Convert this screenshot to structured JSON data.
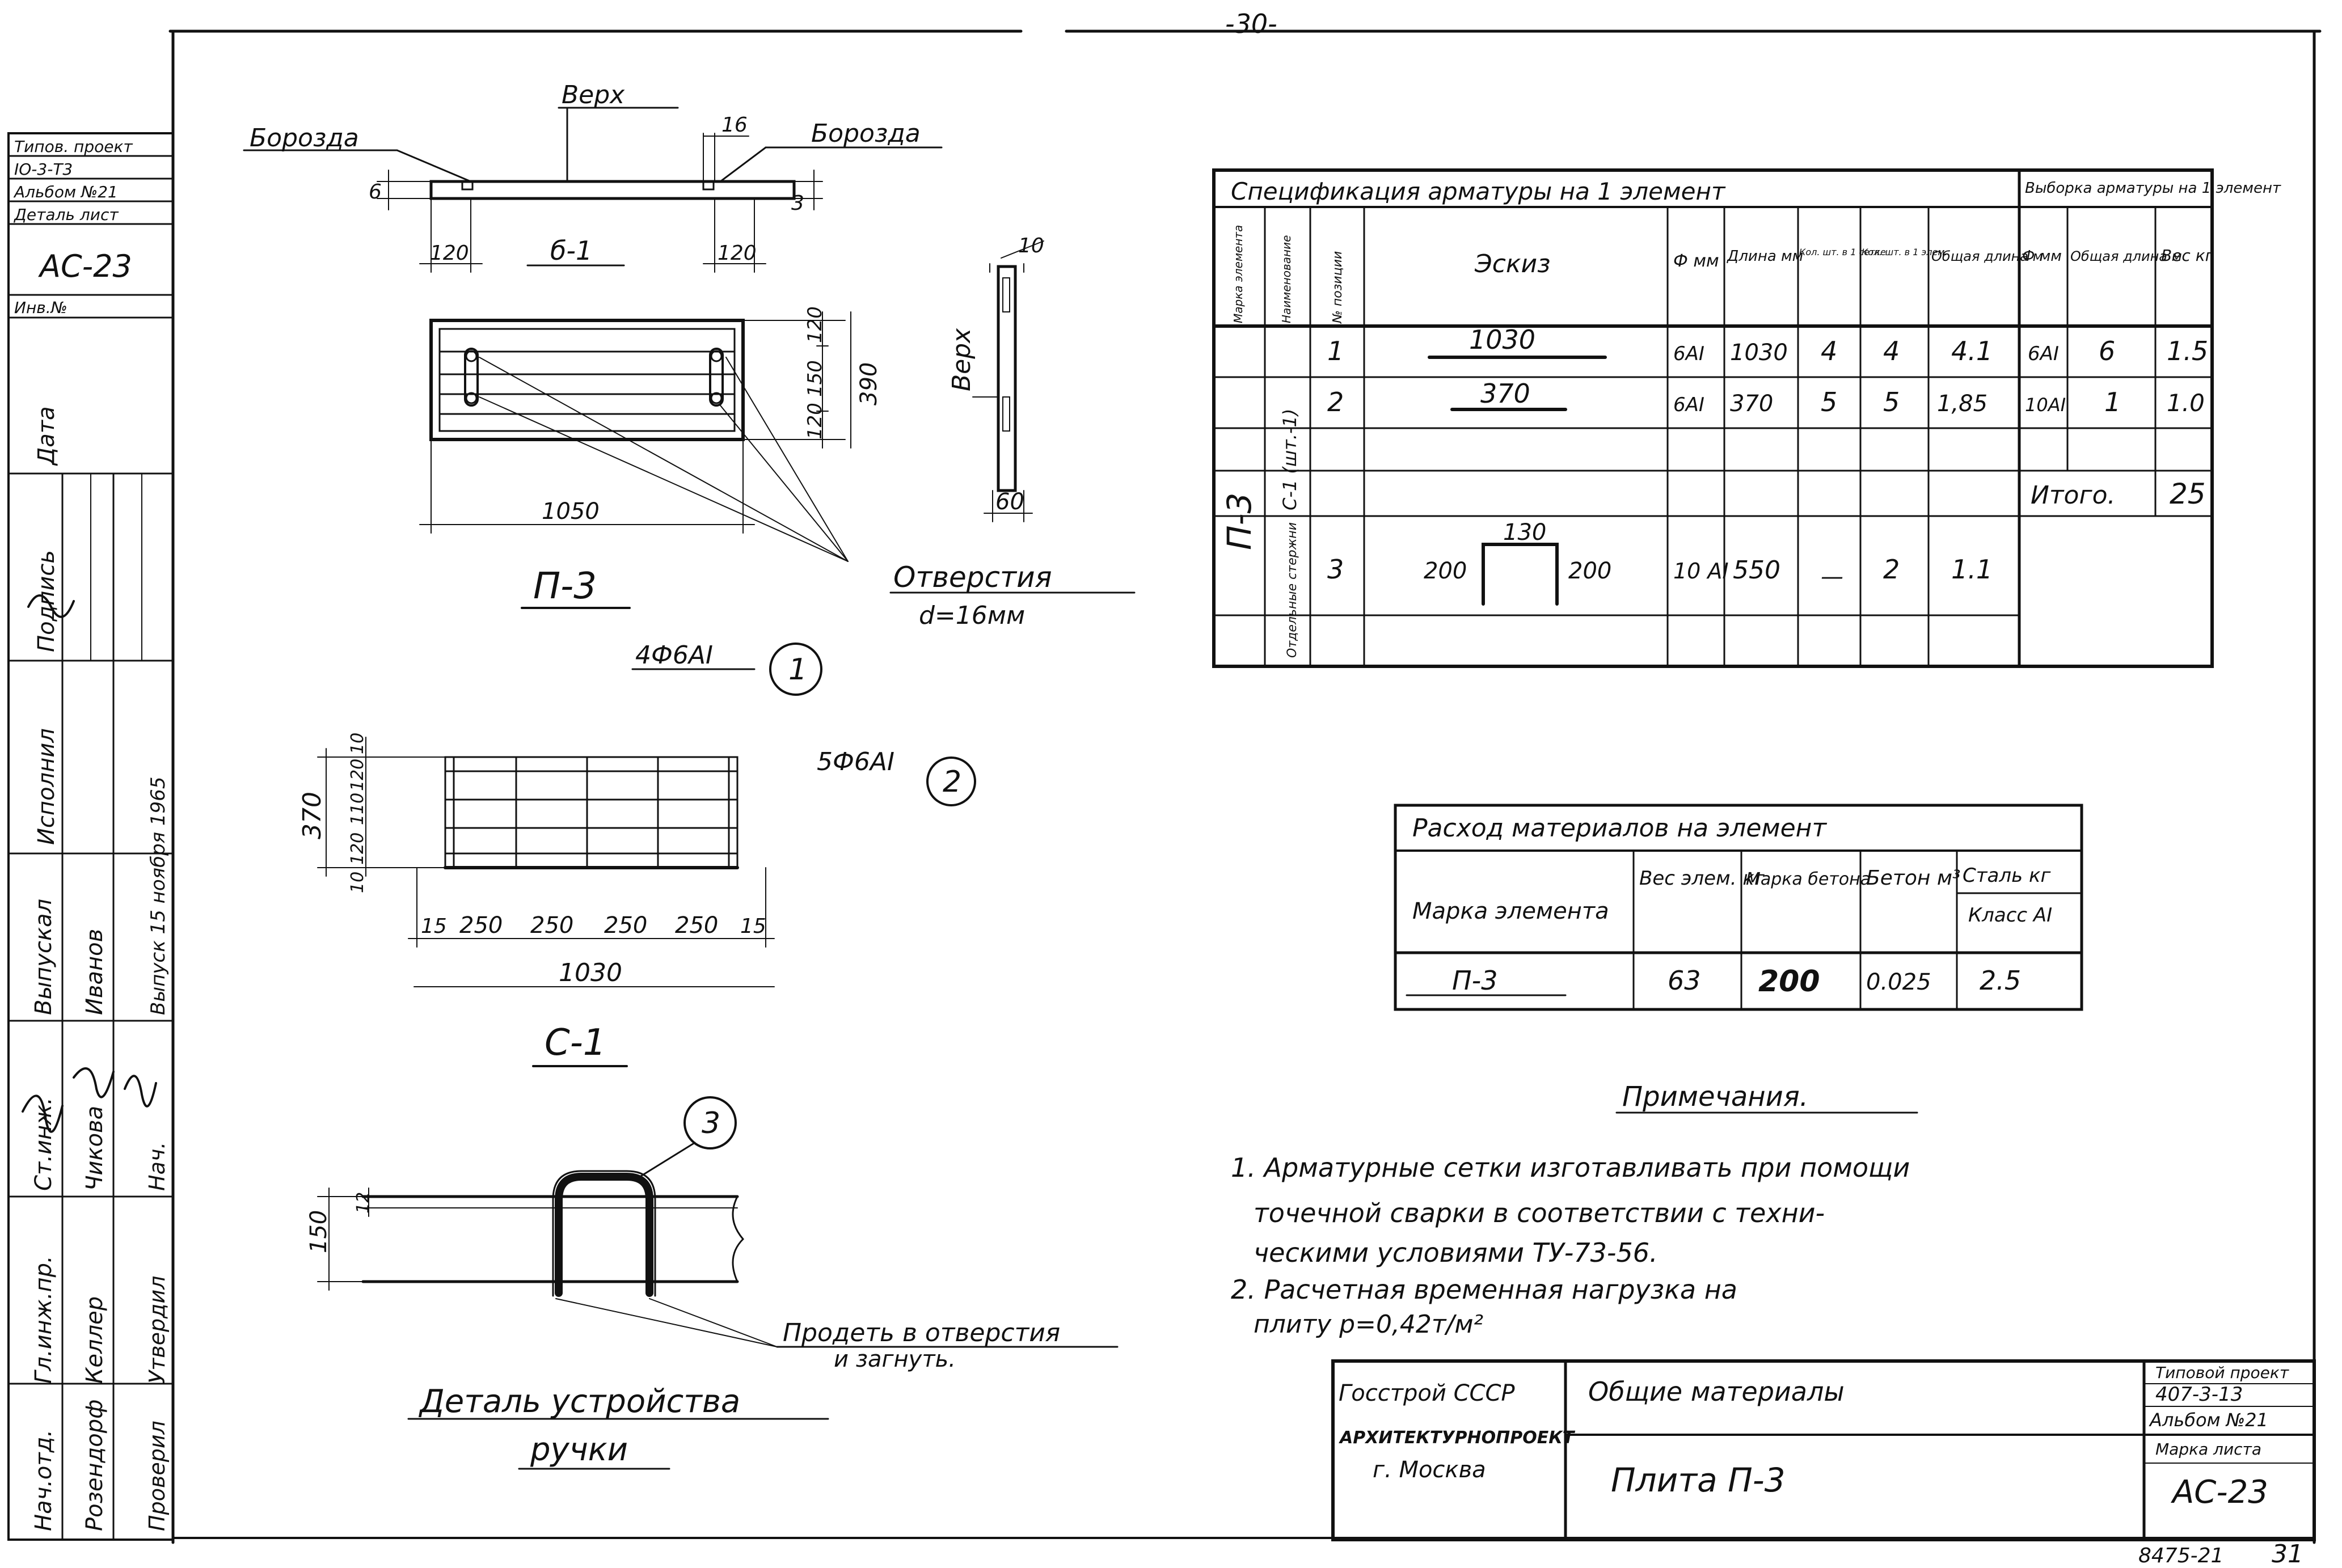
{
  "page_number": "-30-",
  "bottom_sheet_numbers": {
    "left": "8475-21",
    "right": "31"
  },
  "left_strip": {
    "top_lines": [
      "Типов. проект",
      "ІО-3-Т3",
      "Альбом №21",
      "Деталь лист",
      "АС-23",
      "Инв.№"
    ],
    "signature_columns": [
      [
        "Нач.отд.",
        "Гл.инж.пр.",
        "Ст.инж.",
        "Выпускал"
      ],
      [
        "Розендорф",
        "Келлер",
        "Чикова",
        "Иванов"
      ],
      [
        "Проверил",
        "Утвердил",
        "Нач.",
        "Выпуск 15 ноября 1965"
      ]
    ],
    "side_labels": [
      "Исполнил",
      "Подпись",
      "Дата"
    ]
  },
  "plate_drawing": {
    "label_top": "Верх",
    "label_groove_left": "Борозда",
    "label_groove_right": "Борозда",
    "dim_16": "16",
    "dim_60_small": "6",
    "dim_120_left": "120",
    "dim_120_right": "120",
    "bar_label": "б-1",
    "dim_right_side": "3",
    "plan_dim_120_top": "120",
    "plan_dim_150": "150",
    "plan_dim_120_bottom": "120",
    "plan_dim_390": "390",
    "plan_dim_1050": "1050",
    "title": "П-3",
    "bar_callout": "4Ф6АІ",
    "bar_callout_num": "1",
    "section_label": "Верх",
    "section_dim_10": "10",
    "section_dim_60": "60",
    "hole_note": "Отверстия",
    "hole_note_2": "d=16мм"
  },
  "mesh_drawing": {
    "bar_callout": "5Ф6АІ",
    "bar_callout_num": "2",
    "dim_370": "370",
    "dims_vertical": [
      "10",
      "120",
      "110",
      "120",
      "10"
    ],
    "dims_horizontal": [
      "15",
      "250",
      "250",
      "250",
      "250",
      "15"
    ],
    "dim_total": "1030",
    "title": "С-1"
  },
  "handle_detail": {
    "callout_num": "3",
    "dim_150": "150",
    "dim_12": "12",
    "note": "Продеть в отверстия",
    "note_2": "и загнуть.",
    "title": "Деталь устройства",
    "title_2": "ручки"
  },
  "spec_table": {
    "title": "Спецификация арматуры на 1 элемент",
    "selection_title": "Выборка арматуры на 1 элемент",
    "headers": [
      "Марка элемента",
      "Наименование",
      "№ позиции",
      "Эскиз",
      "Ф мм",
      "Длина мм",
      "Кол. шт. в 1 сетке",
      "Кол. шт. в 1 элем.",
      "Общая длина м",
      "Ф мм",
      "Общая длина м",
      "Вес кг"
    ],
    "element_mark": "П-3",
    "group_1": "С-1 (шт.-1)",
    "group_2": "Отдельные стержни",
    "rows": [
      {
        "pos": "1",
        "sketch": "1030",
        "dia": "6АІ",
        "len": "1030",
        "qty_mesh": "4",
        "qty_elem": "4",
        "total": "4.1",
        "sel_dia": "6АІ",
        "sel_total": "6",
        "weight": "1.5"
      },
      {
        "pos": "2",
        "sketch": "370",
        "dia": "6АІ",
        "len": "370",
        "qty_mesh": "5",
        "qty_elem": "5",
        "total": "1,85",
        "sel_dia": "10АІ",
        "sel_total": "1",
        "weight": "1.0"
      },
      {
        "pos": "3",
        "sketch_left": "200",
        "sketch_top": "130",
        "sketch_right": "200",
        "dia": "10 АІ",
        "len": "550",
        "qty_mesh": "—",
        "qty_elem": "2",
        "total": "1.1"
      }
    ],
    "total_label": "Итого.",
    "total_value": "25"
  },
  "materials_table": {
    "title": "Расход материалов на элемент",
    "headers": [
      "Марка элемента",
      "Вес элем. кг",
      "Марка бетона",
      "Бетон м³",
      "Сталь кг",
      "Класс АІ"
    ],
    "row": {
      "mark": "П-3",
      "weight": "63",
      "concrete_grade": "200",
      "concrete": "0.025",
      "steel": "2.5"
    }
  },
  "notes": {
    "title": "Примечания.",
    "lines": [
      "1. Арматурные сетки изготавливать при помощи",
      "точечной сварки в соответствии с техни-",
      "ческими условиями ТУ-73-56.",
      "2. Расчетная временная нагрузка на",
      "плиту р=0,42т/м²"
    ]
  },
  "title_block": {
    "org_1": "Госстрой СССР",
    "org_2": "АРХИТЕКТУРНОПРОЕКТ",
    "org_3": "г. Москва",
    "heading": "Общие материалы",
    "subject": "Плита П-3",
    "project_lines": [
      "Типовой проект",
      "407-3-13",
      "Альбом №21",
      "Марка листа"
    ],
    "sheet_code": "АС-23"
  }
}
